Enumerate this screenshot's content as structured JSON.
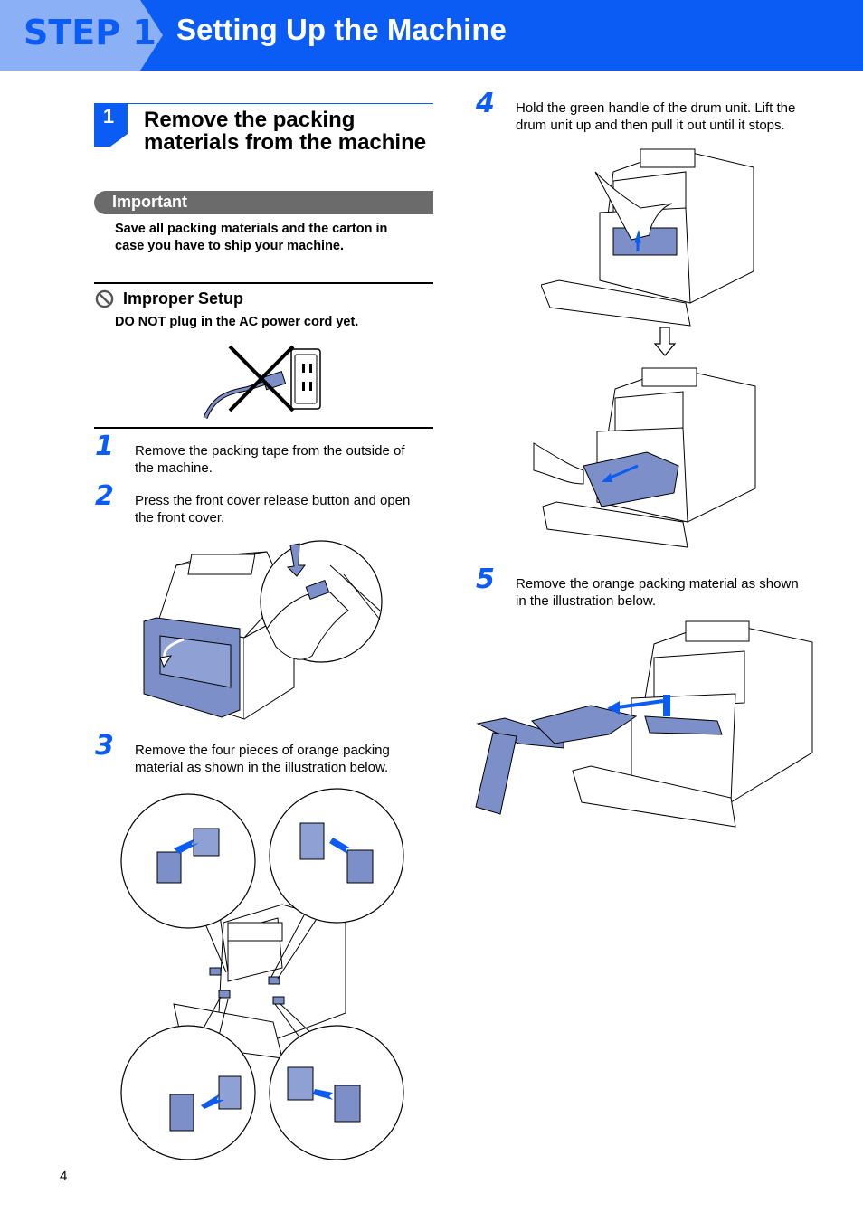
{
  "header": {
    "step_label": "STEP 1",
    "title": "Setting Up the Machine"
  },
  "section": {
    "number": "1",
    "title_line1": "Remove the packing",
    "title_line2": "materials from the machine"
  },
  "important": {
    "title": "Important",
    "text_line1": "Save all packing materials and the carton in",
    "text_line2": "case you have to ship your machine."
  },
  "improper_setup": {
    "title": "Improper Setup",
    "text": "DO NOT plug in the AC power cord yet."
  },
  "steps": [
    {
      "num": "1",
      "line1": "Remove the packing tape from the outside of",
      "line2": "the machine."
    },
    {
      "num": "2",
      "line1": "Press the front cover release button and open",
      "line2": "the front cover."
    },
    {
      "num": "3",
      "line1": "Remove the four pieces of orange packing",
      "line2": "material as shown in the illustration below."
    },
    {
      "num": "4",
      "line1": "Hold the green handle of the drum unit. Lift the",
      "line2": "drum unit up and then pull it out until it stops."
    },
    {
      "num": "5",
      "line1": "Remove the orange packing material as shown",
      "line2": "in the illustration below."
    }
  ],
  "colors": {
    "brand_blue": "#0a5cf5",
    "important_gray": "#6b6b6b",
    "illustration_blue": "#7c8fc8"
  },
  "page_number": "4"
}
